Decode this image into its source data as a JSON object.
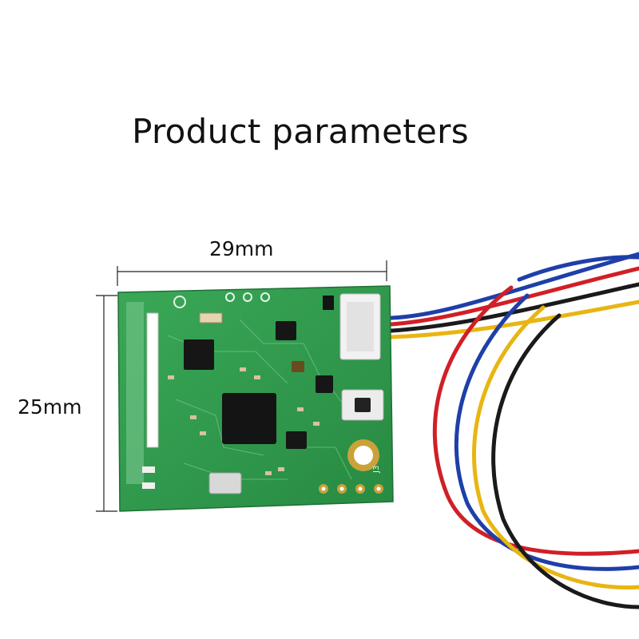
{
  "heading": "Product parameters",
  "dimensions": {
    "width_label": "29mm",
    "height_label": "25mm"
  },
  "board": {
    "silkscreen_label": "J3"
  },
  "colors": {
    "background": "#ffffff",
    "pcb": "#2f9a4c",
    "wire_blue": "#1f3fa8",
    "wire_red": "#d11f26",
    "wire_yellow": "#e8b512",
    "wire_black": "#1a1a1a"
  }
}
